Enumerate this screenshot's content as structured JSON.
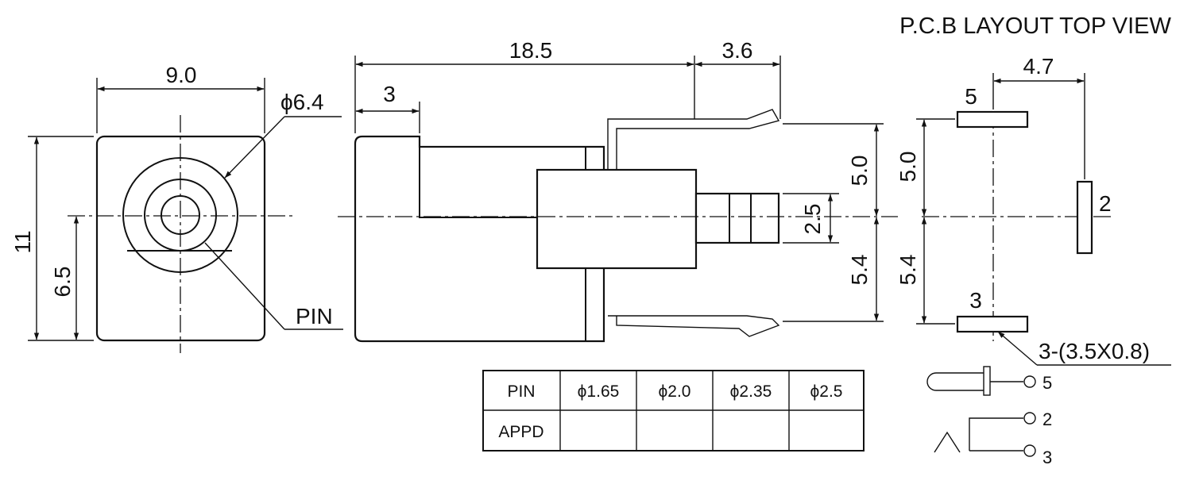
{
  "front_view": {
    "width_dim": "9.0",
    "bore_dim": "ϕ6.4",
    "height_dim": "11",
    "pin_height_dim": "6.5",
    "pin_label": "PIN"
  },
  "side_view": {
    "length_dim": "18.5",
    "tail_dim": "3.6",
    "flange_dim": "3",
    "pin_dim": "2.5",
    "upper_dim": "5.0",
    "lower_dim": "5.4"
  },
  "pcb_layout": {
    "title": "P.C.B LAYOUT TOP VIEW",
    "spacing_dim": "4.7",
    "upper_dim": "5.0",
    "lower_dim": "5.4",
    "pad_5_label": "5",
    "pad_2_label": "2",
    "pad_3_label": "3",
    "pad_spec": "3-(3.5X0.8)"
  },
  "pin_table": {
    "header": "PIN",
    "row_label": "APPD",
    "sizes": [
      "ϕ1.65",
      "ϕ2.0",
      "ϕ2.35",
      "ϕ2.5"
    ],
    "appd": [
      "",
      "",
      "",
      ""
    ]
  },
  "schematic": {
    "terminal_5": "5",
    "terminal_2": "2",
    "terminal_3": "3"
  }
}
